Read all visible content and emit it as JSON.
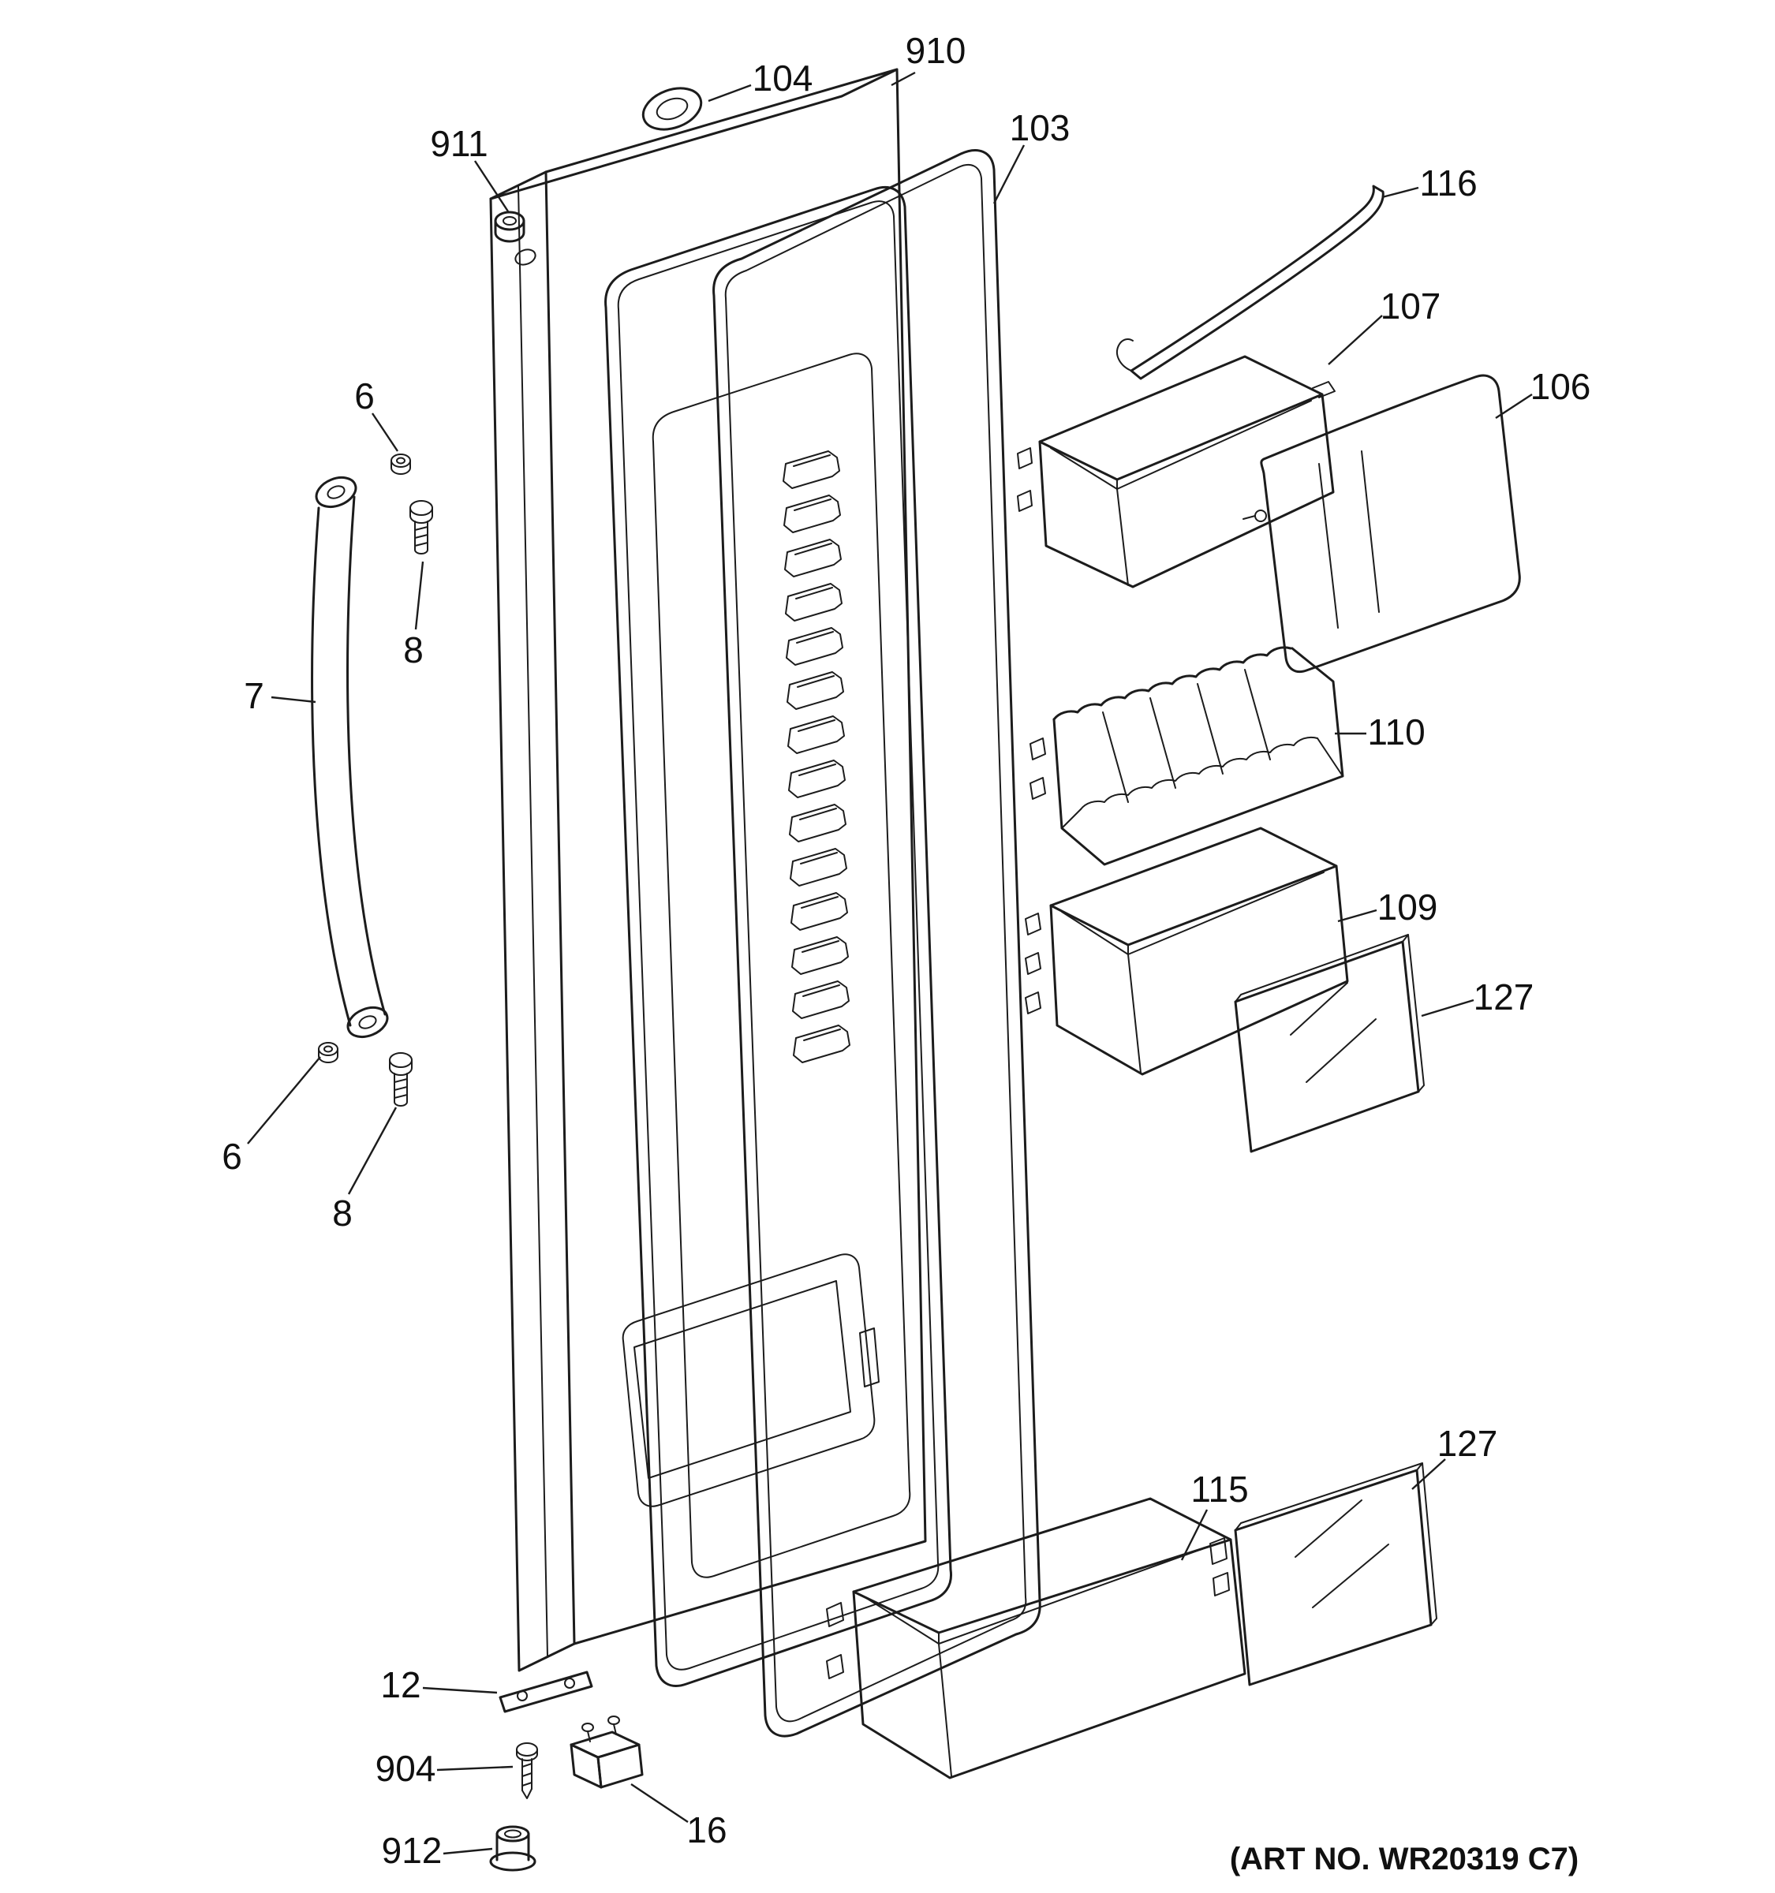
{
  "colors": {
    "line": "#1c1c1c",
    "background": "#ffffff"
  },
  "callouts": [
    {
      "label": "104"
    },
    {
      "label": "910"
    },
    {
      "label": "911"
    },
    {
      "label": "103"
    },
    {
      "label": "116"
    },
    {
      "label": "107"
    },
    {
      "label": "106"
    },
    {
      "label": "6"
    },
    {
      "label": "8"
    },
    {
      "label": "7"
    },
    {
      "label": "110"
    },
    {
      "label": "109"
    },
    {
      "label": "127"
    },
    {
      "label": "6"
    },
    {
      "label": "8"
    },
    {
      "label": "115"
    },
    {
      "label": "127"
    },
    {
      "label": "12"
    },
    {
      "label": "904"
    },
    {
      "label": "16"
    },
    {
      "label": "912"
    }
  ],
  "footer": {
    "art_no": "(ART NO. WR20319 C7)"
  }
}
